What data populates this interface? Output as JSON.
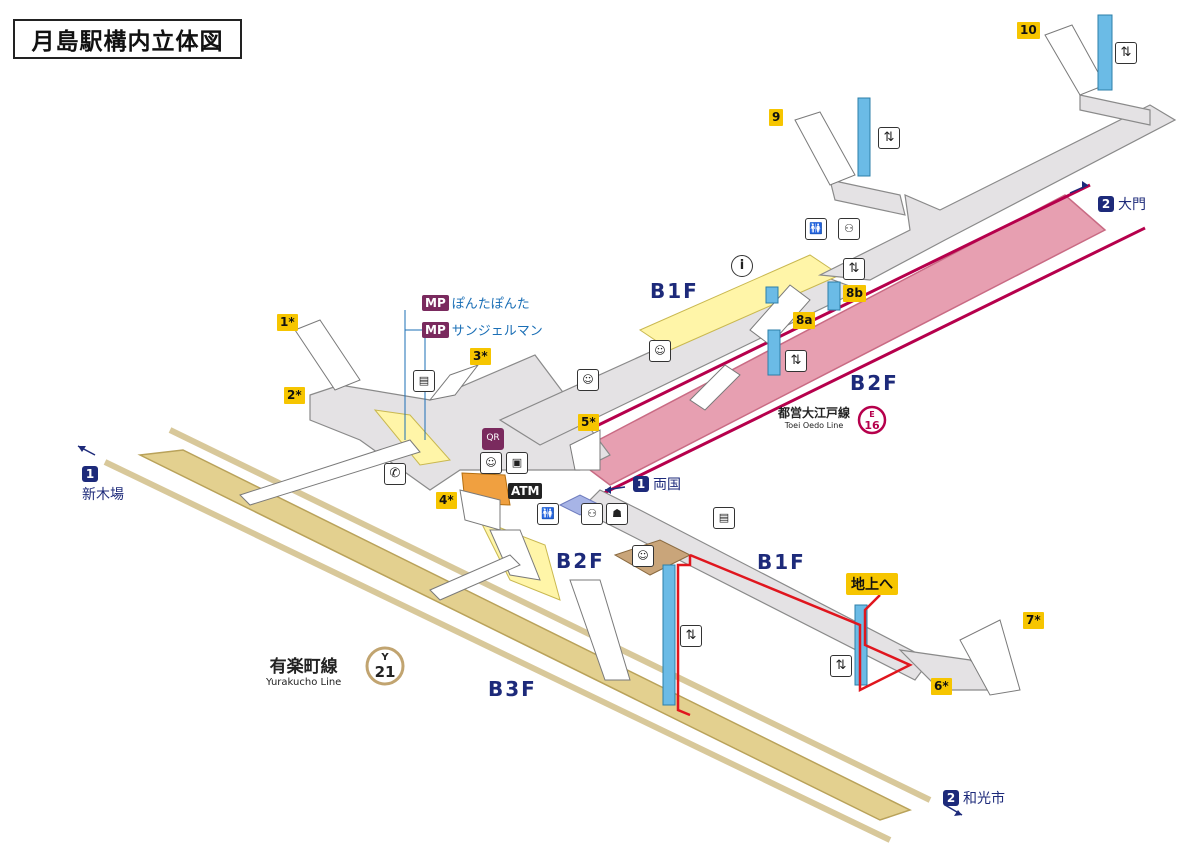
{
  "title": "月島駅構内立体図",
  "levels": {
    "b1f_top": "B1F",
    "b2f_right": "B2F",
    "b2f_mid": "B2F",
    "b1f_right": "B1F",
    "b3f": "B3F"
  },
  "exits": [
    "1*",
    "2*",
    "3*",
    "4*",
    "5*",
    "6*",
    "7*",
    "8a",
    "8b",
    "9",
    "10"
  ],
  "directions": {
    "shinkiba": {
      "num": "1",
      "label": "新木場"
    },
    "wakoshi": {
      "num": "2",
      "label": "和光市"
    },
    "daimon": {
      "num": "2",
      "label": "大門"
    },
    "ryogoku": {
      "num": "1",
      "label": "両国"
    }
  },
  "shops": [
    {
      "tag": "MP",
      "name": "ぽんたぽんた"
    },
    {
      "tag": "MP",
      "name": "サンジェルマン"
    }
  ],
  "lines": {
    "oedo": {
      "name": "都営大江戸線",
      "roman": "Toei Oedo Line",
      "code": "E",
      "num": "16",
      "color": "#b6004c"
    },
    "yurakucho": {
      "name": "有楽町線",
      "roman": "Yurakucho Line",
      "code": "Y",
      "num": "21",
      "color": "#c1a470"
    }
  },
  "ground_label": "地上へ",
  "atm_label": "ATM",
  "icons": {
    "info": "i",
    "qr": "QR",
    "phone": "✆",
    "toilet": "🚻",
    "elevator": "⇅"
  }
}
